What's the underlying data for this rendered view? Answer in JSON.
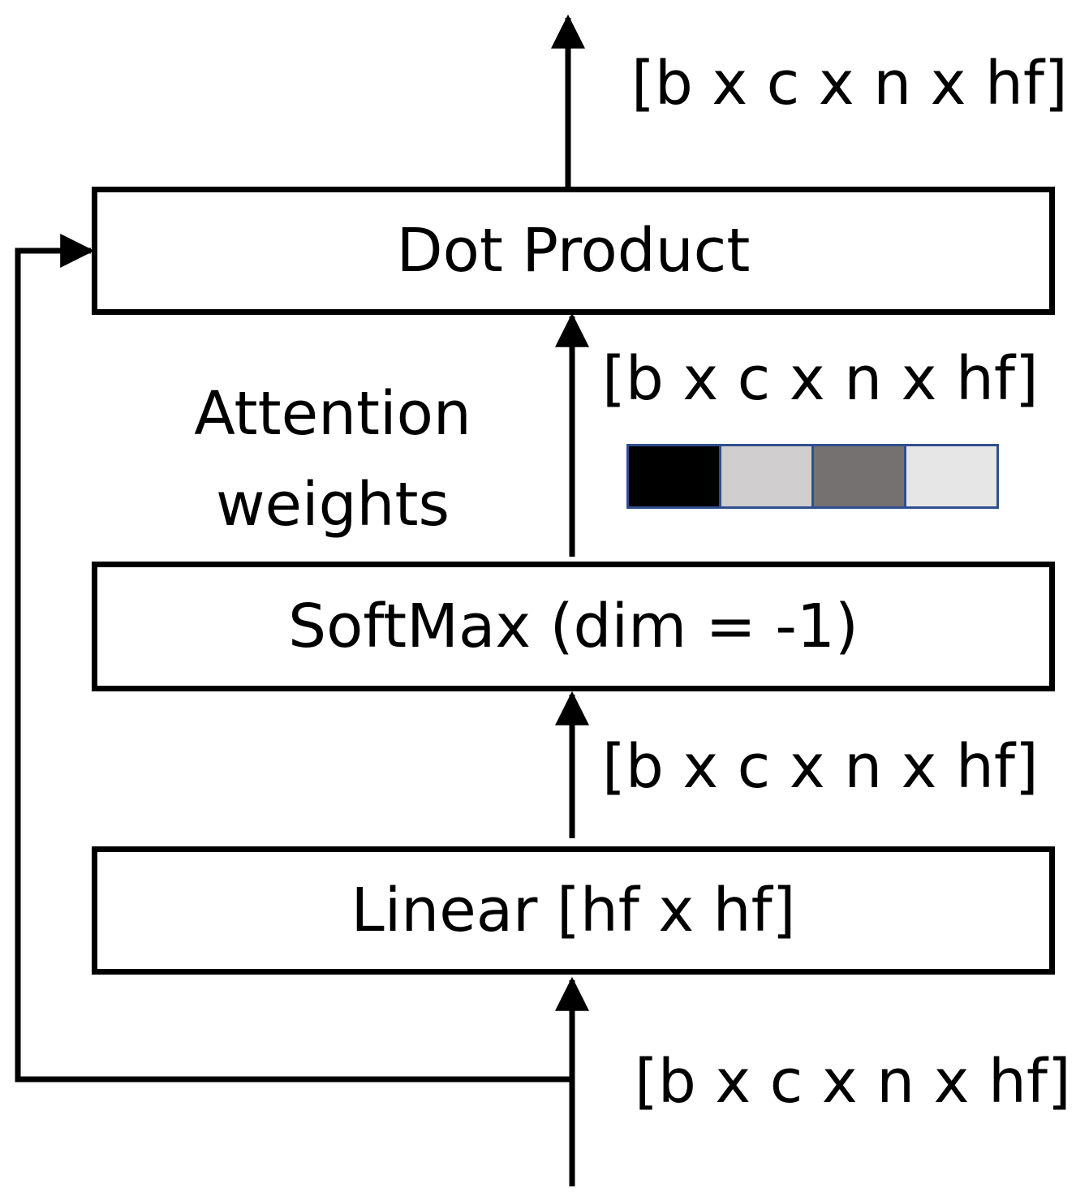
{
  "boxes": {
    "dot_product": "Dot Product",
    "softmax": "SoftMax (dim = -1)",
    "linear": "Linear [hf x hf]"
  },
  "shapes": {
    "output": "[b x c x n x hf]",
    "attention": "[b x c x n x hf]",
    "linear_out": "[b x c x n x hf]",
    "input": "[b x c x n x hf]"
  },
  "attention_label": {
    "line1": "Attention",
    "line2": "weights"
  },
  "weight_cells": [
    {
      "color": "#000000"
    },
    {
      "color": "#d0cece"
    },
    {
      "color": "#767171"
    },
    {
      "color": "#e7e6e6"
    }
  ],
  "colors": {
    "line": "#000000",
    "cell_border": "#2f4f8f"
  }
}
